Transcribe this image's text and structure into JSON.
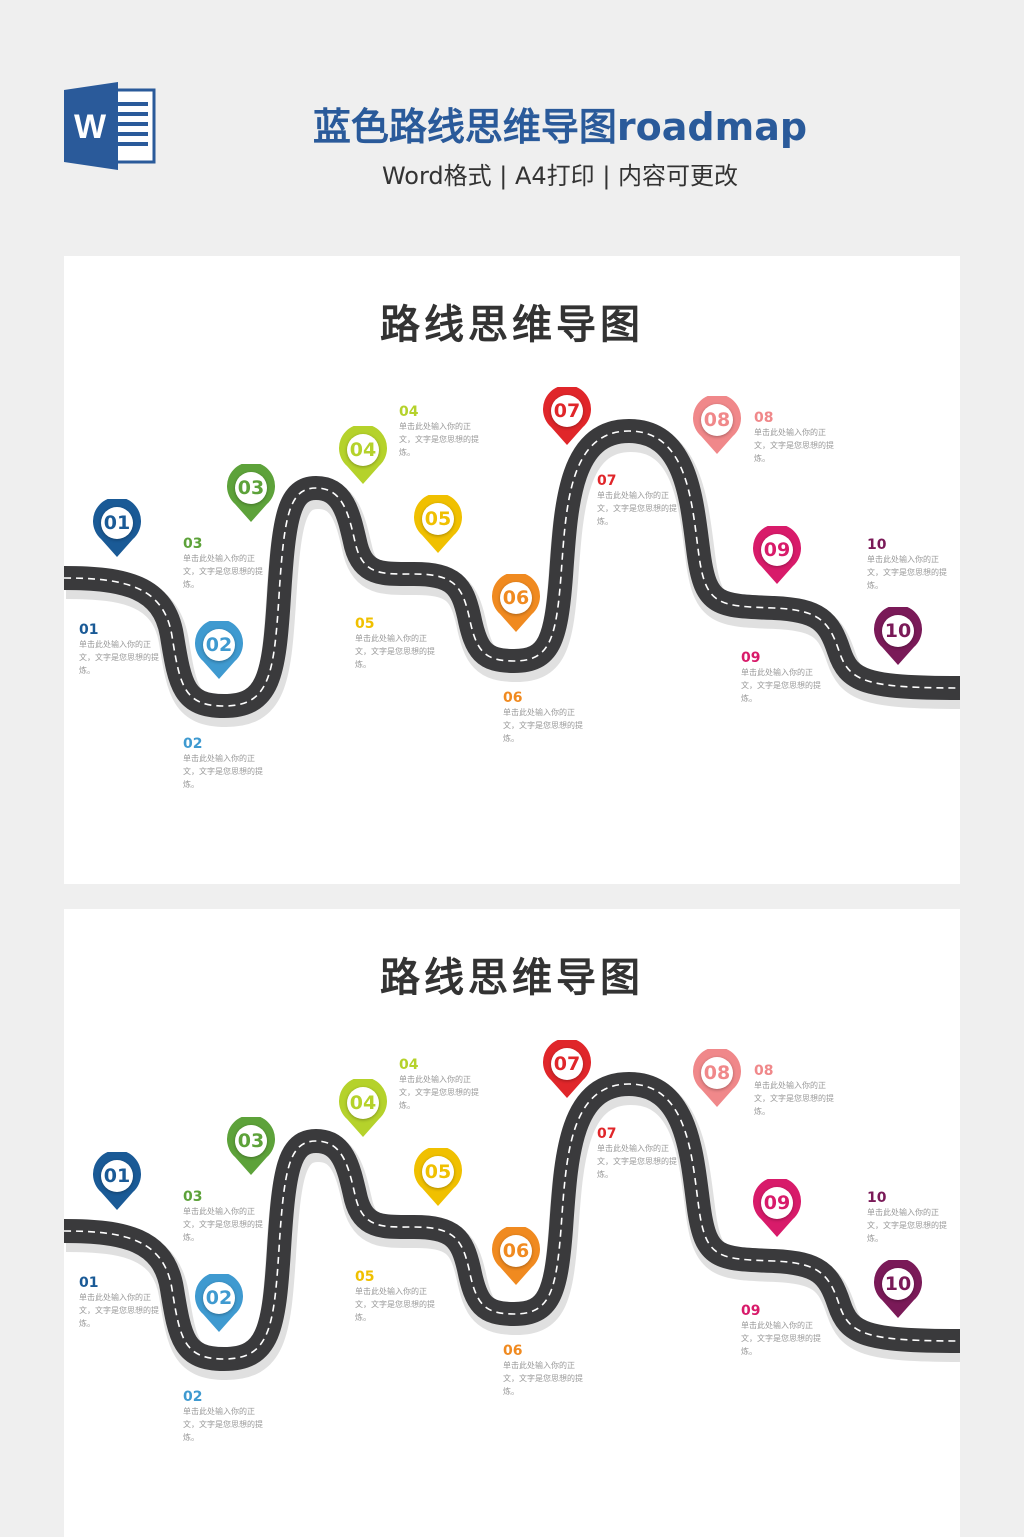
{
  "header": {
    "title": "蓝色路线思维导图roadmap",
    "subtitle": "Word格式 | A4打印 | 内容可更改",
    "logo_letter": "W",
    "logo_icon": "word-icon"
  },
  "steps": [
    {
      "num": "01",
      "color": "#1a5a96",
      "text": "单击此处输入你的正文，文字是您思想的提炼。"
    },
    {
      "num": "02",
      "color": "#3f9ad0",
      "text": "单击此处输入你的正文，文字是您思想的提炼。"
    },
    {
      "num": "03",
      "color": "#5da23a",
      "text": "单击此处输入你的正文，文字是您思想的提炼。"
    },
    {
      "num": "04",
      "color": "#b5d22b",
      "text": "单击此处输入你的正文，文字是您思想的提炼。"
    },
    {
      "num": "05",
      "color": "#f0c000",
      "text": "单击此处输入你的正文，文字是您思想的提炼。"
    },
    {
      "num": "06",
      "color": "#f08a20",
      "text": "单击此处输入你的正文，文字是您思想的提炼。"
    },
    {
      "num": "07",
      "color": "#e0262a",
      "text": "单击此处输入你的正文，文字是您思想的提炼。"
    },
    {
      "num": "08",
      "color": "#f0888a",
      "text": "单击此处输入你的正文，文字是您思想的提炼。"
    },
    {
      "num": "09",
      "color": "#d81b6a",
      "text": "单击此处输入你的正文，文字是您思想的提炼。"
    },
    {
      "num": "10",
      "color": "#7a1a58",
      "text": "单击此处输入你的正文，文字是您思想的提炼。"
    }
  ],
  "panels": [
    {
      "title": "路线思维导图"
    },
    {
      "title": "路线思维导图"
    }
  ]
}
